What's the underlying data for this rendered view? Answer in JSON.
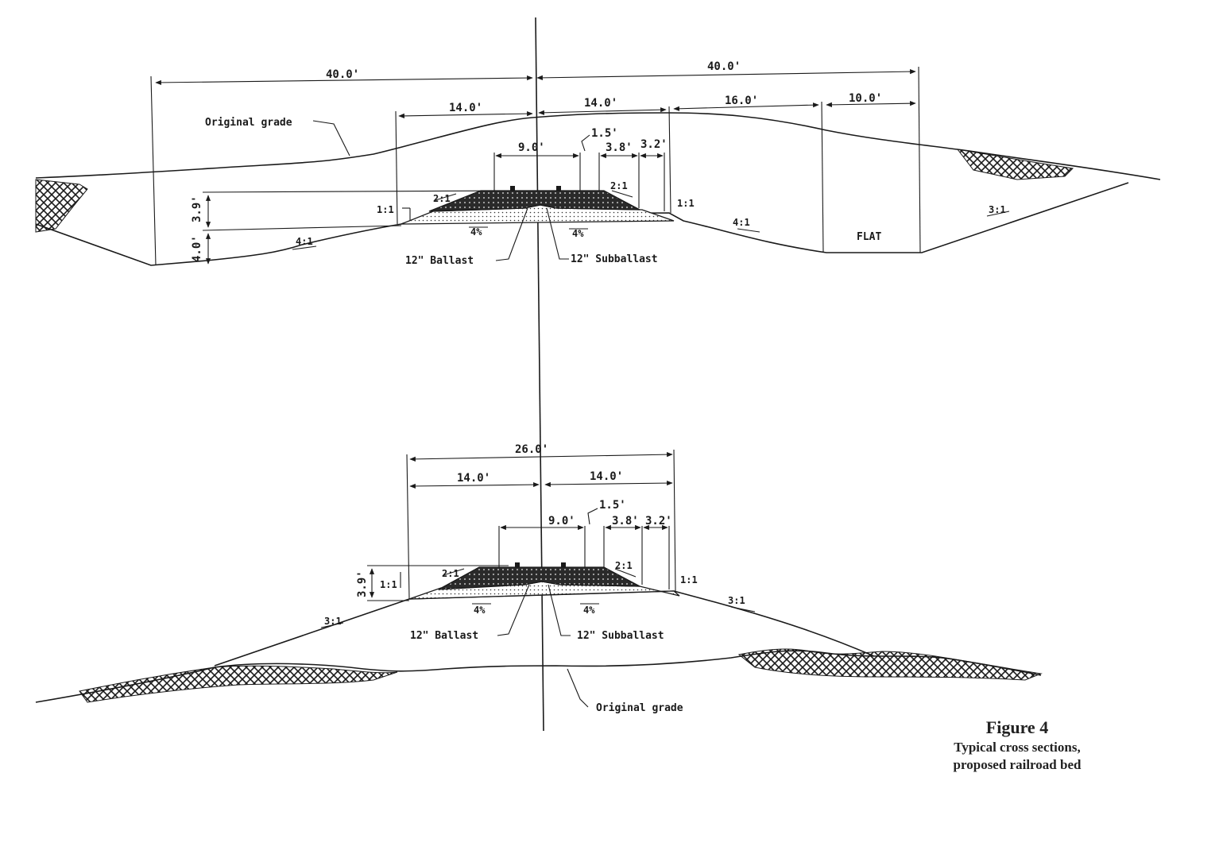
{
  "top_section": {
    "dim_left_40": "40.0'",
    "dim_right_40": "40.0'",
    "dim_left_14": "14.0'",
    "dim_right_14": "14.0'",
    "dim_16": "16.0'",
    "dim_10": "10.0'",
    "dim_9": "9.0'",
    "dim_1_5": "1.5'",
    "dim_3_8": "3.8'",
    "dim_3_2": "3.2'",
    "dim_3_9": "3.9'",
    "dim_4_0": "4.0'",
    "original_grade": "Original grade",
    "slope_2_1_left": "2:1",
    "slope_2_1_right": "2:1",
    "slope_1_1_left": "1:1",
    "slope_1_1_right": "1:1",
    "slope_4_1_left": "4:1",
    "slope_4_1_right": "4:1",
    "slope_3_1": "3:1",
    "flat": "FLAT",
    "pct_left": "4%",
    "pct_right": "4%",
    "ballast": "12\" Ballast",
    "subballast": "12\" Subballast"
  },
  "bottom_section": {
    "dim_26": "26.0'",
    "dim_left_14": "14.0'",
    "dim_right_14": "14.0'",
    "dim_9": "9.0'",
    "dim_1_5": "1.5'",
    "dim_3_8": "3.8'",
    "dim_3_2": "3.2'",
    "dim_3_9": "3.9'",
    "slope_2_1_left": "2:1",
    "slope_2_1_right": "2:1",
    "slope_1_1_left": "1:1",
    "slope_1_1_right": "1:1",
    "slope_3_1_left": "3:1",
    "slope_3_1_right": "3:1",
    "pct_left": "4%",
    "pct_right": "4%",
    "ballast": "12\" Ballast",
    "subballast": "12\" Subballast",
    "original_grade": "Original grade"
  },
  "caption": {
    "title": "Figure 4",
    "line1": "Typical cross sections,",
    "line2": "proposed railroad bed"
  }
}
